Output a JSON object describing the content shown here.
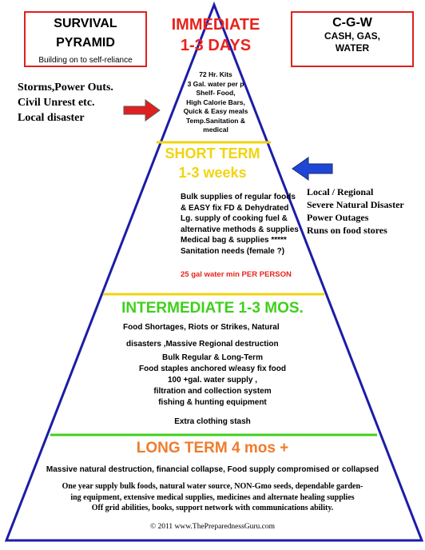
{
  "left_box": {
    "title_line1": "SURVIVAL",
    "title_line2": "PYRAMID",
    "subtitle": "Building on to self-reliance"
  },
  "right_box": {
    "title": "C-G-W",
    "line1": "CASH, GAS,",
    "line2": "WATER"
  },
  "left_note": [
    "Storms,Power Outs.",
    "Civil Unrest etc.",
    "Local disaster"
  ],
  "right_note": [
    "Local / Regional",
    "Severe Natural Disaster",
    "Power Outages",
    "Runs on food stores"
  ],
  "immediate": {
    "title_line1": "IMMEDIATE",
    "title_line2": "1-3 DAYS",
    "items": [
      "72 Hr. Kits",
      "3 Gal. water per p",
      "Shelf- Food,",
      "High Calorie Bars,",
      "Quick & Easy meals",
      "Temp.Sanitation &",
      "medical"
    ]
  },
  "short_term": {
    "title_line1": "SHORT TERM",
    "title_line2": "1-3 weeks",
    "items": [
      "Bulk supplies of regular foods",
      "& EASY fix FD & Dehydrated",
      "Lg. supply of cooking fuel &",
      "alternative methods & supplies",
      "Medical bag & supplies *****",
      "Sanitation needs (female ?)"
    ],
    "water": "25 gal water min PER PERSON"
  },
  "intermediate": {
    "title": "INTERMEDIATE 1-3 MOS.",
    "sub1": "Food Shortages, Riots or Strikes, Natural",
    "sub2": "disasters ,Massive Regional destruction",
    "items": [
      "Bulk  Regular & Long-Term",
      "Food staples anchored  w/easy fix food",
      "100 +gal. water supply ,",
      "filtration and collection system",
      "fishing & hunting equipment"
    ],
    "extra": "Extra clothing stash"
  },
  "long_term": {
    "title": "LONG TERM 4 mos +",
    "sub": "Massive natural destruction, financial collapse,  Food supply compromised or collapsed",
    "items": [
      "One year supply bulk foods, natural water source, NON-Gmo seeds, dependable garden-",
      "ing equipment, extensive medical supplies, medicines and alternate healing supplies",
      "Off grid abilities, books, support network with communications ability."
    ]
  },
  "copyright": "© 2011 www.ThePreparednessGuru.com",
  "colors": {
    "pyramid_outline": "#1c1ca8",
    "tier_line_yellow": "#f1d410",
    "tier_line_green": "#3fd01c",
    "arrow_red": "#e02020",
    "arrow_blue": "#1f47d6"
  },
  "icons": [
    "right-arrow-icon",
    "left-arrow-icon"
  ]
}
